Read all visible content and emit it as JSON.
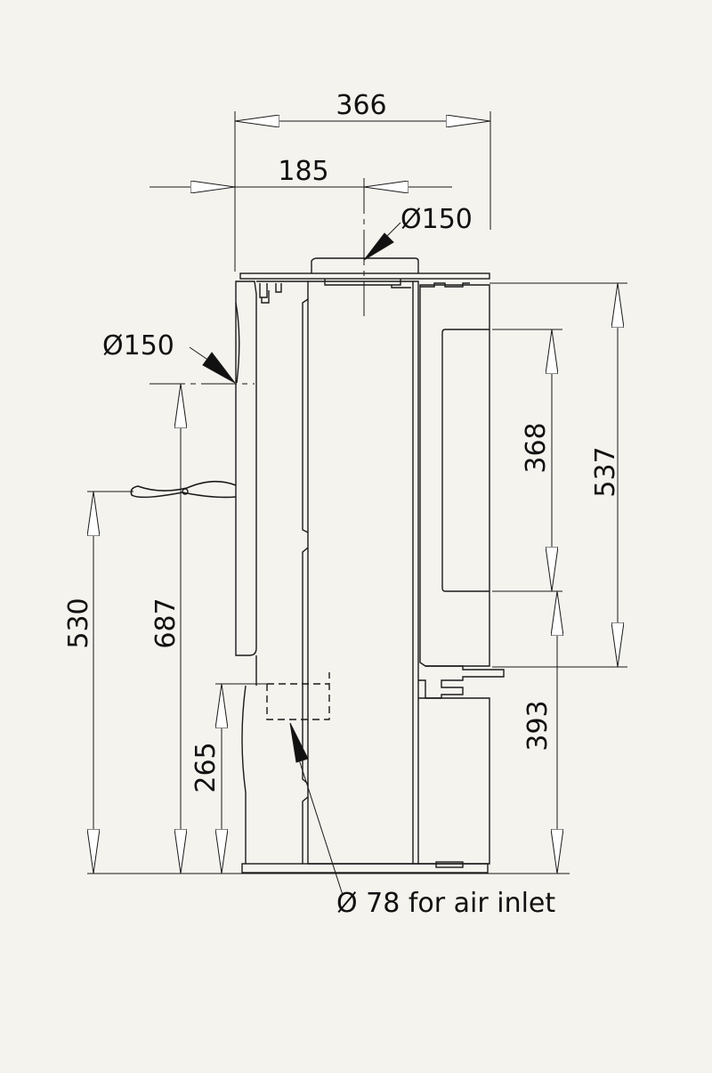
{
  "colors": {
    "background": "#f5f3ee",
    "line": "#1a1a1a",
    "arrow_fill": "#ffffff"
  },
  "dimensions": {
    "overall_width": "366",
    "flue_center_offset": "185",
    "top_flue_diameter": "Ø150",
    "rear_flue_diameter": "Ø150",
    "door_glass_height": "368",
    "door_total_height": "537",
    "door_bottom_height": "393",
    "rear_flue_height": "687",
    "handle_height": "530",
    "air_inlet_height": "265"
  },
  "annotations": {
    "air_inlet": "Ø 78 for air inlet"
  }
}
